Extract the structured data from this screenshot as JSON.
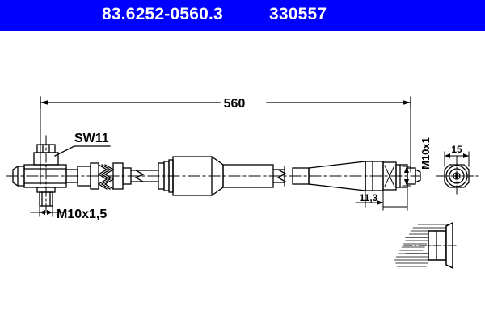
{
  "header": {
    "part_number": "83.6252-0560.3",
    "order_number": "330557",
    "background_color": "#0000ff",
    "text_color": "#ffffff"
  },
  "drawing": {
    "description": "brake-hose-technical-drawing",
    "line_color": "#000000",
    "background_color": "#ffffff",
    "dimensions": {
      "overall_length": "560",
      "left_thread": "M10x1,5",
      "left_hex": "SW11",
      "right_thread": "M10x1",
      "right_offset": "11,3",
      "end_view_width": "15"
    },
    "labels": [
      {
        "name": "overall-length",
        "text": "560"
      },
      {
        "name": "hex-size",
        "text": "SW11"
      },
      {
        "name": "left-thread",
        "text": "M10x1,5"
      },
      {
        "name": "right-thread",
        "text": "M10x1"
      },
      {
        "name": "right-dimension",
        "text": "11,3"
      },
      {
        "name": "end-view-diameter",
        "text": "15"
      }
    ]
  }
}
